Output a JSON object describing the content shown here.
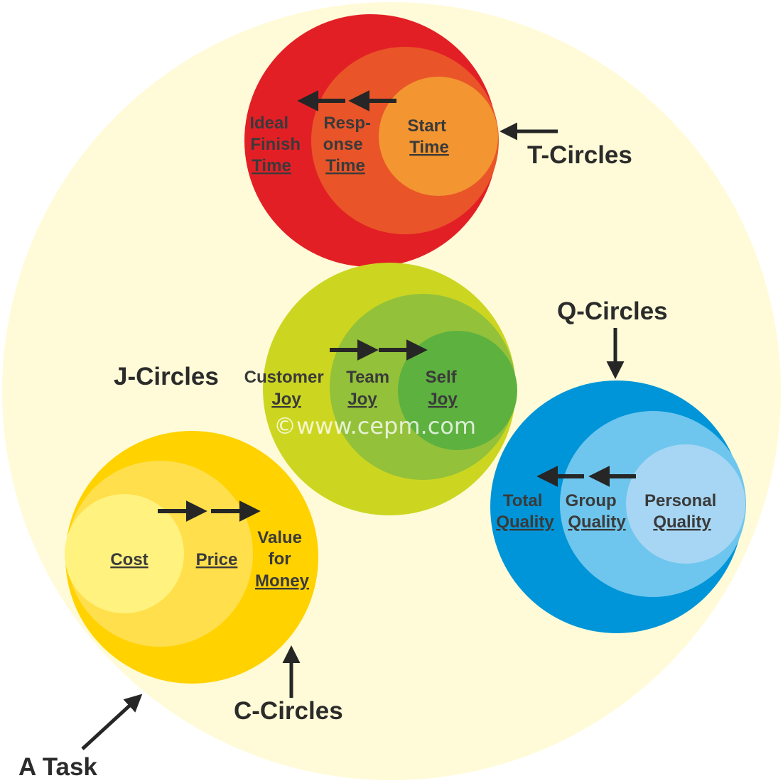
{
  "task_label": "A Task",
  "watermark": "©www.cepm.com",
  "colors": {
    "task_background": "#fffbd8",
    "t_outer": "#e31f26",
    "t_middle": "#e95528",
    "t_inner": "#f39530",
    "j_outer": "#ccd621",
    "j_middle": "#93c13a",
    "j_inner": "#5db13f",
    "q_outer": "#0095d8",
    "q_middle": "#6ec6ee",
    "q_inner": "#a7d6f4",
    "c_outer": "#ffd200",
    "c_middle": "#ffdf4b",
    "c_inner": "#fff27e"
  },
  "groups": {
    "t": {
      "name": "T-Circles",
      "outer": [
        "Ideal",
        "Finish",
        "Time"
      ],
      "middle": [
        "Resp-",
        "onse",
        "Time"
      ],
      "inner": [
        "Start",
        "Time"
      ]
    },
    "j": {
      "name": "J-Circles",
      "outer": [
        "Customer",
        "Joy"
      ],
      "middle": [
        "Team",
        "Joy"
      ],
      "inner": [
        "Self",
        "Joy"
      ]
    },
    "q": {
      "name": "Q-Circles",
      "outer": [
        "Total",
        "Quality"
      ],
      "middle": [
        "Group",
        "Quality"
      ],
      "inner": [
        "Personal",
        "Quality"
      ]
    },
    "c": {
      "name": "C-Circles",
      "inner": [
        "Cost"
      ],
      "middle": [
        "Price"
      ],
      "outer": [
        "Value",
        "for",
        "Money"
      ]
    }
  }
}
